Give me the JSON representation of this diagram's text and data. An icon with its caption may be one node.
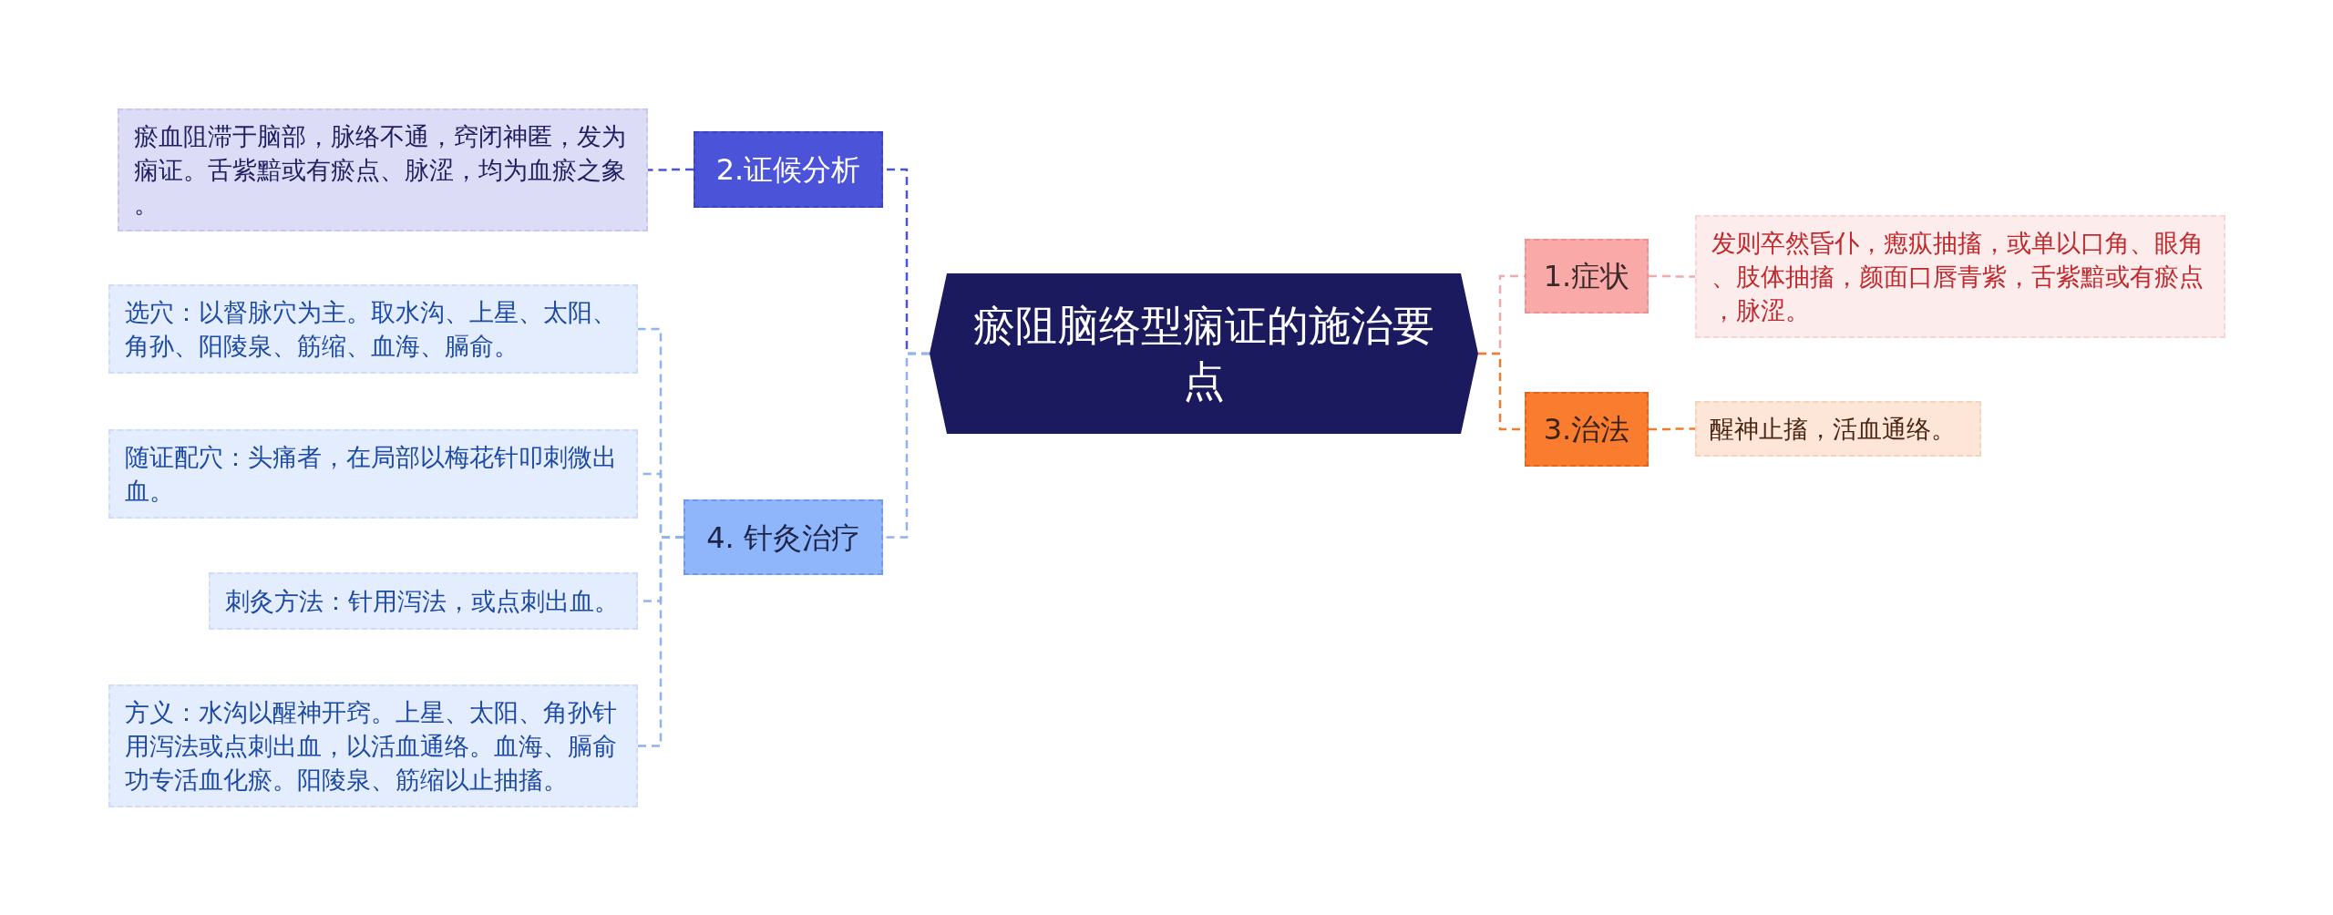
{
  "diagram": {
    "nodes": [
      {
        "text": [
          "瘀阻脑络型痫证的施治要点"
        ]
      },
      {
        "text": [
          "2.证候分析"
        ]
      },
      {
        "text": [
          "瘀血阻滞于脑部，脉络不通，窍闭神匿，发为痫证。舌紫黯或有瘀点、脉涩，均为血瘀之象。"
        ]
      },
      {
        "text": [
          "4. 针灸治疗"
        ]
      },
      {
        "text": [
          "选穴：以督脉穴为主。取水沟、上星、太阳、角孙、阳陵泉、筋缩、血海、膈俞。"
        ]
      },
      {
        "text": [
          "随证配穴：头痛者，在局部以梅花针叩刺微出血。"
        ]
      },
      {
        "text": [
          "刺灸方法：针用泻法，或点刺出血。"
        ]
      },
      {
        "text": [
          "方义：水沟以醒神开窍。上星、太阳、角孙针用泻法或点刺出血，以活血通络。血海、膈俞功专活血化瘀。阳陵泉、筋缩以止抽搐。"
        ]
      },
      {
        "text": [
          "1.症状"
        ]
      },
      {
        "text": [
          "发则卒然昏仆，瘛疭抽搐，或单以口角、眼角、肢体抽搐，颜面口唇青紫，舌紫黯或有瘀点，脉涩。"
        ]
      },
      {
        "text": [
          "3.治法"
        ]
      },
      {
        "text": [
          "醒神止搐，活血通络。"
        ]
      }
    ],
    "edges": [
      {
        "from": 0,
        "to": 1,
        "arrow": "none",
        "color": "#4b53d8"
      },
      {
        "from": 1,
        "to": 2,
        "arrow": "none",
        "color": "#4b53d8"
      },
      {
        "from": 0,
        "to": 3,
        "arrow": "none"
      },
      {
        "from": 3,
        "to": 4,
        "arrow": "none"
      },
      {
        "from": 3,
        "to": 5,
        "arrow": "none"
      },
      {
        "from": 3,
        "to": 6,
        "arrow": "none"
      },
      {
        "from": 3,
        "to": 7,
        "arrow": "none"
      },
      {
        "from": 0,
        "to": 8,
        "arrow": "none",
        "color": "#f4a9a9"
      },
      {
        "from": 8,
        "to": 9,
        "arrow": "none",
        "color": "#f4a9a9"
      },
      {
        "from": 0,
        "to": 10,
        "arrow": "none",
        "color": "#f27a2c"
      },
      {
        "from": 10,
        "to": 11,
        "arrow": "none",
        "color": "#f27a2c"
      }
    ]
  }
}
